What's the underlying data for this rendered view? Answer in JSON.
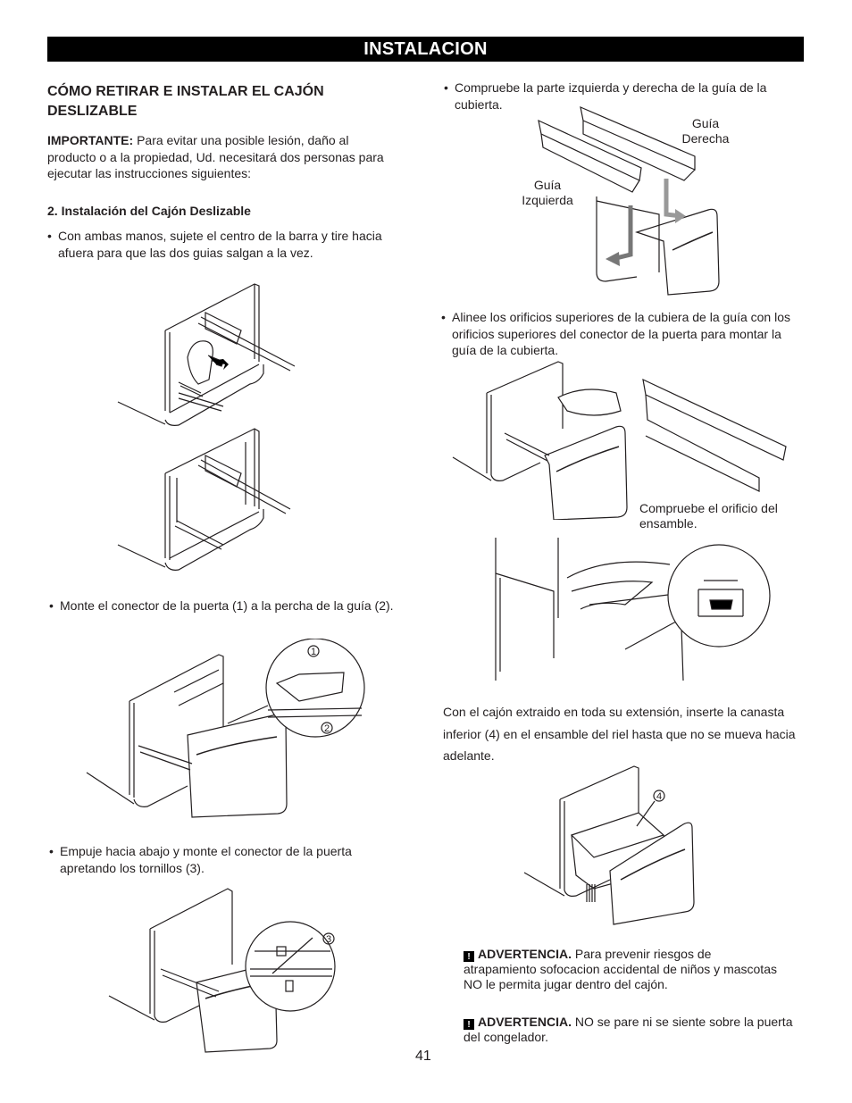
{
  "header": {
    "title": "INSTALACION"
  },
  "left": {
    "heading": "CÓMO RETIRAR E INSTALAR EL CAJÓN DESLIZABLE",
    "important_label": "IMPORTANTE:",
    "important_text": " Para evitar una posible lesión, daño al producto o a la propiedad, Ud. necesitará dos personas para ejecutar las instrucciones siguientes:",
    "step_heading": "2. Instalación del Cajón Deslizable",
    "bullet1": "Con ambas manos, sujete el centro de la barra y tire hacia afuera para que las dos guias salgan a la vez.",
    "bullet2": "Monte el conector de la puerta (1) a la percha de la guía (2).",
    "bullet3": "Empuje hacia abajo y monte el conector de la puerta apretando los tornillos (3).",
    "callout1": "1",
    "callout2": "2",
    "callout3": "3"
  },
  "right": {
    "bullet1": "Compruebe la parte izquierda y derecha de la guía de la cubierta.",
    "label_right_guide": "Guía Derecha",
    "label_left_guide": "Guía Izquierda",
    "bullet2": "Alinee los orificios superiores de la cubiera de la guía con los orificios superiores del conector de la puerta para montar la guía de la cubierta.",
    "label_check_hole": "Compruebe el orificio del ensamble.",
    "paragraph": "Con el cajón extraido en toda su extensión, inserte la canasta inferior (4) en el ensamble del riel hasta que no se mueva hacia adelante.",
    "callout4": "4",
    "warning1_label": "ADVERTENCIA.",
    "warning1_text": " Para prevenir riesgos de atrapamiento sofocacion accidental de niños y mascotas NO le permita jugar dentro del cajón.",
    "warning2_label": "ADVERTENCIA.",
    "warning2_text": " NO se pare ni se siente sobre la puerta del congelador."
  },
  "footer": {
    "page_number": "41"
  }
}
